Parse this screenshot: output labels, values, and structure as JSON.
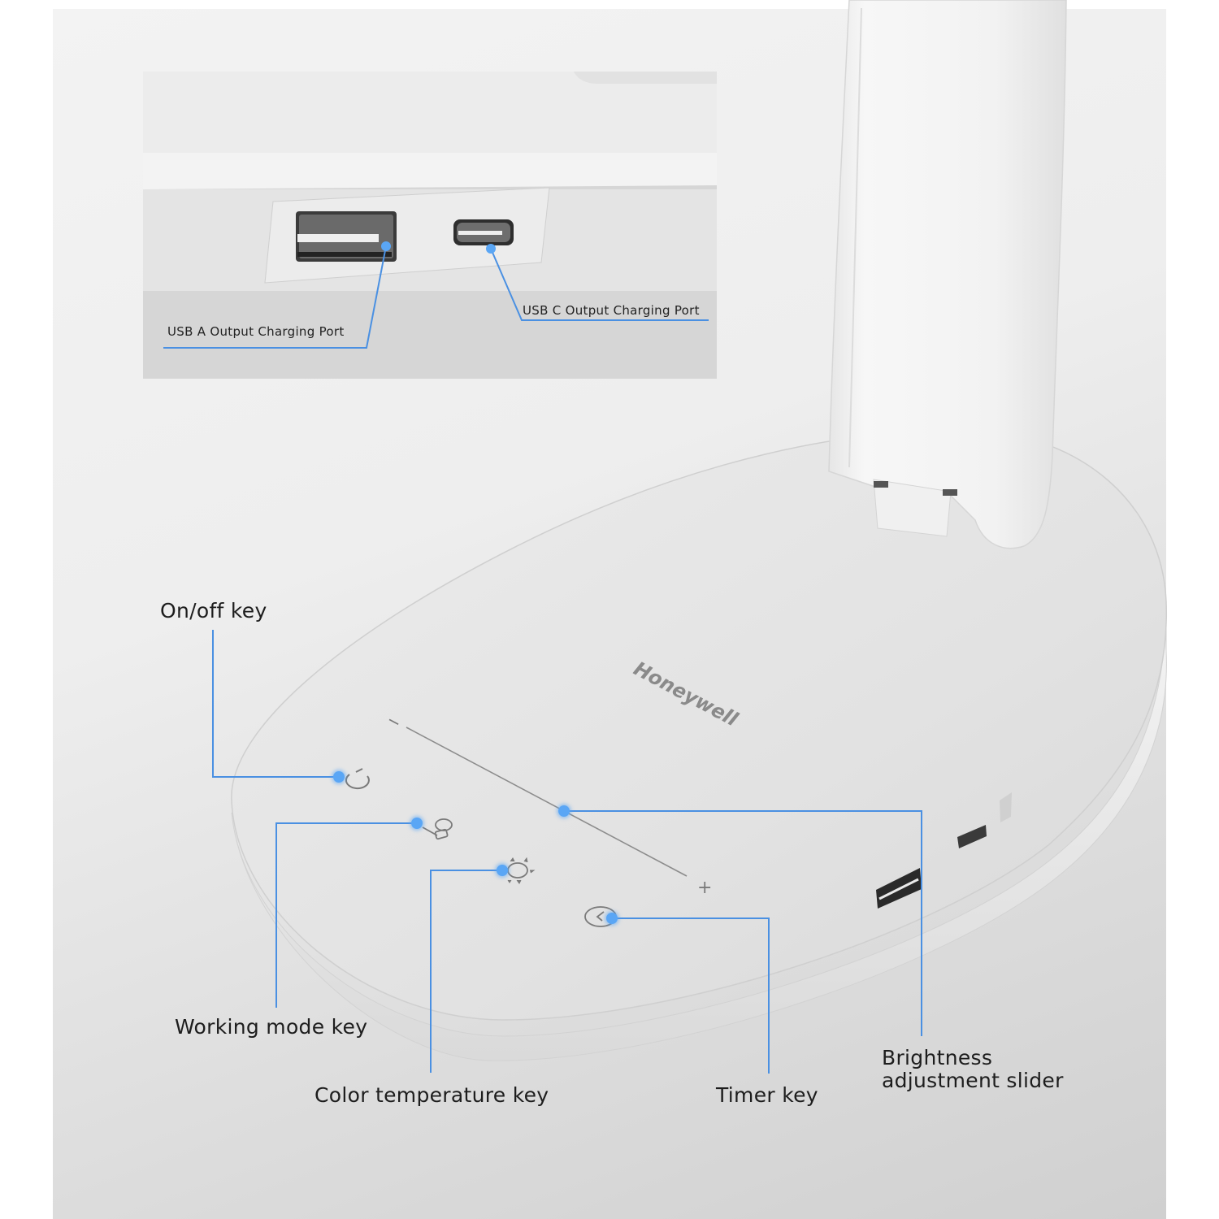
{
  "brand": {
    "logo_text": "Honeywell"
  },
  "inset": {
    "callouts": [
      {
        "id": "usb-a",
        "label": "USB A Output Charging Port"
      },
      {
        "id": "usb-c",
        "label": "USB C Output Charging Port"
      }
    ]
  },
  "control_panel": {
    "slider_minus": "−",
    "slider_plus": "+"
  },
  "callouts": [
    {
      "id": "on-off",
      "label": "On/off key",
      "icon": "power-icon"
    },
    {
      "id": "working-mode",
      "label": "Working mode key",
      "icon": "working-mode-icon"
    },
    {
      "id": "color-temperature",
      "label": "Color temperature key",
      "icon": "sun-icon"
    },
    {
      "id": "timer",
      "label": "Timer key",
      "icon": "timer-icon"
    },
    {
      "id": "brightness",
      "label_line1": "Brightness",
      "label_line2": "adjustment slider",
      "icon": "slider-track"
    }
  ],
  "colors": {
    "leader_line": "#4a90e2",
    "leader_dot": "#5aa6f5",
    "label_text": "#1d1d1d",
    "logo_text": "#8a8a8a"
  }
}
